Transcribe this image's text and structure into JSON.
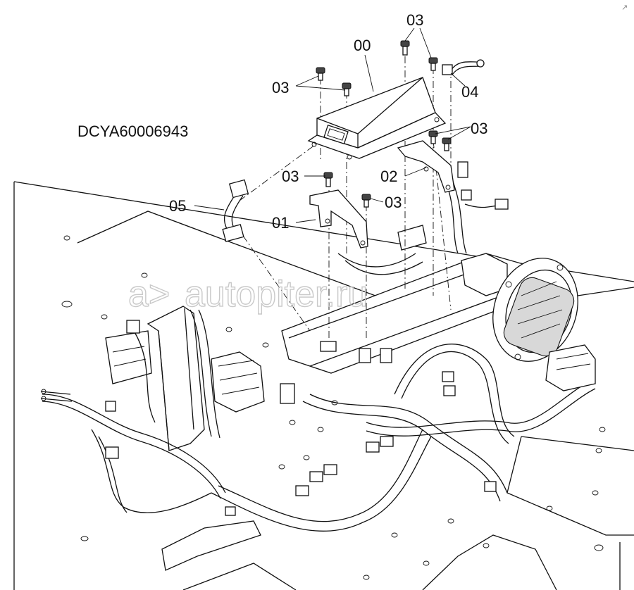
{
  "drawing_code": "DCYA60006943",
  "watermark": "autopiter.ru",
  "watermark_prefix": "a>",
  "part_labels": {
    "controller": "00",
    "bracket_left": "01",
    "bracket_right": "02",
    "bolt_top": "03",
    "bolt_upper_left": "03",
    "bolt_right": "03",
    "bolt_mid_left": "03",
    "bolt_mid_right": "03",
    "connector": "04",
    "harness_adapter": "05"
  }
}
